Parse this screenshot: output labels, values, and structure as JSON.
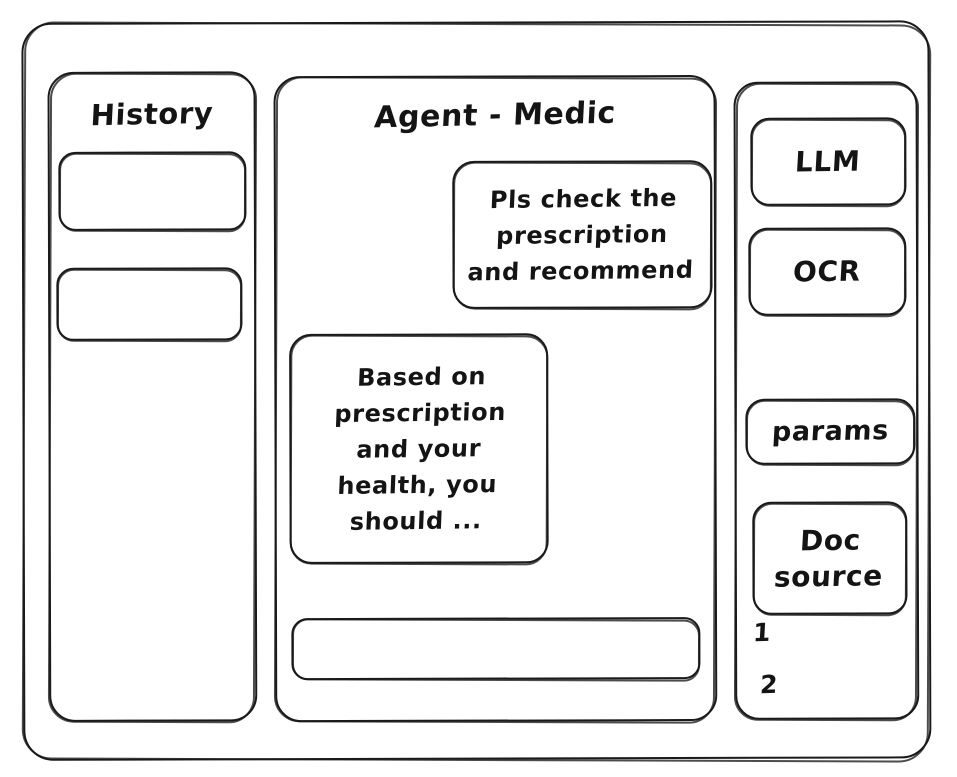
{
  "window": {
    "name": "agent-wireframe-window"
  },
  "history": {
    "title": "History",
    "items": [
      {
        "label": ""
      },
      {
        "label": ""
      }
    ]
  },
  "chat": {
    "title": "Agent - Medic",
    "messages": [
      {
        "role": "user",
        "text": "Pls check the\nprescription\nand recommend"
      },
      {
        "role": "assistant",
        "text": "Based on\nprescription\nand your\nhealth, you\nshould ..."
      }
    ],
    "composer": {
      "value": "",
      "placeholder": ""
    }
  },
  "tools": {
    "items": [
      {
        "label": "LLM"
      },
      {
        "label": "OCR"
      },
      {
        "label": "params"
      },
      {
        "label": "Doc\nsource"
      }
    ],
    "doc_sources": [
      {
        "index": "1"
      },
      {
        "index": "2"
      }
    ]
  },
  "style": {
    "stroke": "#1a1a1a",
    "background": "#ffffff",
    "text": "#141414"
  }
}
